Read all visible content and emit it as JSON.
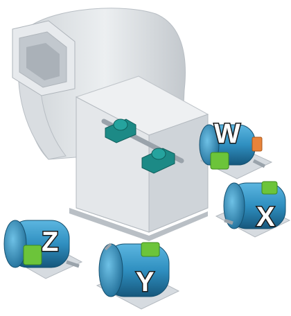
{
  "scene": {
    "motors": [
      {
        "id": "W",
        "label": "W"
      },
      {
        "id": "X",
        "label": "X"
      },
      {
        "id": "Y",
        "label": "Y"
      },
      {
        "id": "Z",
        "label": "Z"
      }
    ]
  },
  "colors": {
    "fan_housing": "#dfe3e6",
    "motor_body": "#2f8fc0",
    "motor_dark": "#1a5f86",
    "terminal_box": "#6cc43a",
    "bearing": "#1c8a86",
    "base_plate": "#d6dbe0",
    "accent_orange": "#e8833a"
  }
}
